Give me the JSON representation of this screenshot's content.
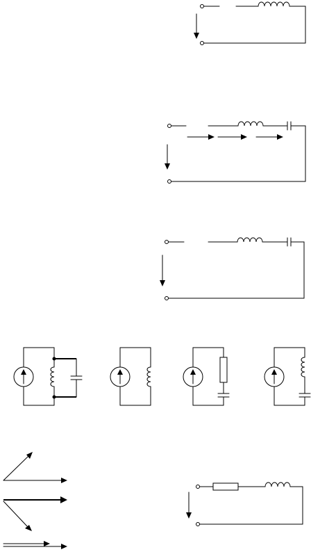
{
  "figures": [
    {
      "id": "series-inductor-circuit",
      "elements": [
        "terminal",
        "terminal",
        "inductor",
        "voltage-arrow"
      ]
    },
    {
      "id": "series-lc-circuit-with-current-arrows",
      "elements": [
        "terminal",
        "terminal",
        "inductor",
        "capacitor",
        "voltage-arrow",
        "current-arrow",
        "current-arrow",
        "current-arrow"
      ]
    },
    {
      "id": "series-lc-circuit",
      "elements": [
        "terminal",
        "terminal",
        "inductor",
        "capacitor",
        "voltage-arrow"
      ]
    },
    {
      "id": "source-parallel-lc",
      "elements": [
        "current-source",
        "inductor",
        "capacitor",
        "node",
        "node"
      ]
    },
    {
      "id": "source-inductor",
      "elements": [
        "current-source",
        "inductor"
      ]
    },
    {
      "id": "source-resistor-capacitor",
      "elements": [
        "current-source",
        "resistor",
        "capacitor"
      ]
    },
    {
      "id": "source-inductor-capacitor",
      "elements": [
        "current-source",
        "inductor",
        "capacitor"
      ]
    },
    {
      "id": "phasor-diagrams",
      "elements": [
        "phasor",
        "phasor",
        "phasor",
        "phasor",
        "phasor",
        "phasor"
      ]
    },
    {
      "id": "series-rl-circuit",
      "elements": [
        "terminal",
        "terminal",
        "resistor",
        "inductor",
        "voltage-arrow"
      ]
    }
  ]
}
